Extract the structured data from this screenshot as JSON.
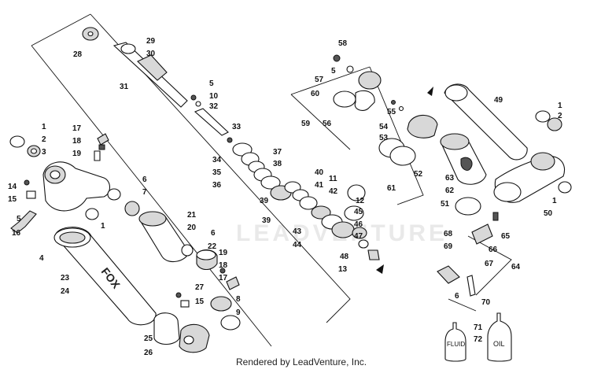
{
  "diagram": {
    "footer_text": "Rendered by LeadVenture, Inc.",
    "watermark_text": "LEADVENTURE",
    "brand_mark": "FOX",
    "bottle_labels": {
      "fluid": "FLUID",
      "oil": "OIL"
    },
    "labels": [
      "1",
      "2",
      "3",
      "17",
      "18",
      "19",
      "14",
      "15",
      "5",
      "16",
      "6",
      "7",
      "1",
      "4",
      "23",
      "24",
      "28",
      "29",
      "30",
      "31",
      "5",
      "10",
      "32",
      "33",
      "34",
      "35",
      "36",
      "37",
      "38",
      "39",
      "40",
      "41",
      "42",
      "11",
      "12",
      "45",
      "46",
      "47",
      "39",
      "43",
      "44",
      "48",
      "13",
      "21",
      "20",
      "6",
      "22",
      "19",
      "18",
      "17",
      "27",
      "15",
      "8",
      "9",
      "25",
      "26",
      "58",
      "5",
      "57",
      "60",
      "59",
      "56",
      "55",
      "54",
      "53",
      "52",
      "61",
      "49",
      "1",
      "2",
      "63",
      "62",
      "51",
      "1",
      "50",
      "65",
      "68",
      "69",
      "66",
      "67",
      "64",
      "6",
      "70",
      "71",
      "72"
    ]
  }
}
